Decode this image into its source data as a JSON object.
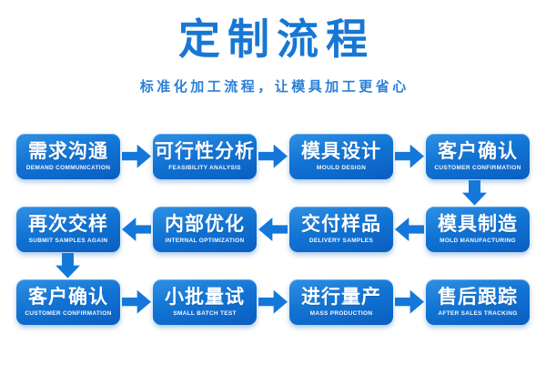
{
  "header": {
    "title": "定制流程",
    "subtitle": "标准化加工流程，让模具加工更省心"
  },
  "colors": {
    "accent_blue": "#1777d4",
    "box_gradient_top": "#2f90e3",
    "box_gradient_bottom": "#0a5ec1",
    "arrow_blue": "#1478da",
    "text_on_box": "#ffffff",
    "background": "#ffffff"
  },
  "flow": {
    "rows": [
      {
        "direction": "left-to-right",
        "steps": [
          {
            "label": "需求沟通",
            "sublabel": "DEMAND COMMUNICATION"
          },
          {
            "label": "可行性分析",
            "sublabel": "FEASIBILITY ANALYSIS"
          },
          {
            "label": "模具设计",
            "sublabel": "MOULD DESIGN"
          },
          {
            "label": "客户确认",
            "sublabel": "CUSTOMER CONFIRMATION"
          }
        ]
      },
      {
        "direction": "right-to-left",
        "steps": [
          {
            "label": "再次交样",
            "sublabel": "SUBMIT SAMPLES AGAIN"
          },
          {
            "label": "内部优化",
            "sublabel": "INTERNAL OPTIMIZATION"
          },
          {
            "label": "交付样品",
            "sublabel": "DELIVERY SAMPLES"
          },
          {
            "label": "模具制造",
            "sublabel": "MOLD MANUFACTURING"
          }
        ]
      },
      {
        "direction": "left-to-right",
        "steps": [
          {
            "label": "客户确认",
            "sublabel": "CUSTOMER CONFIRMATION"
          },
          {
            "label": "小批量试",
            "sublabel": "SMALL BATCH TEST"
          },
          {
            "label": "进行量产",
            "sublabel": "MASS PRODUCTION"
          },
          {
            "label": "售后跟踪",
            "sublabel": "AFTER SALES TRACKING"
          }
        ]
      }
    ]
  }
}
